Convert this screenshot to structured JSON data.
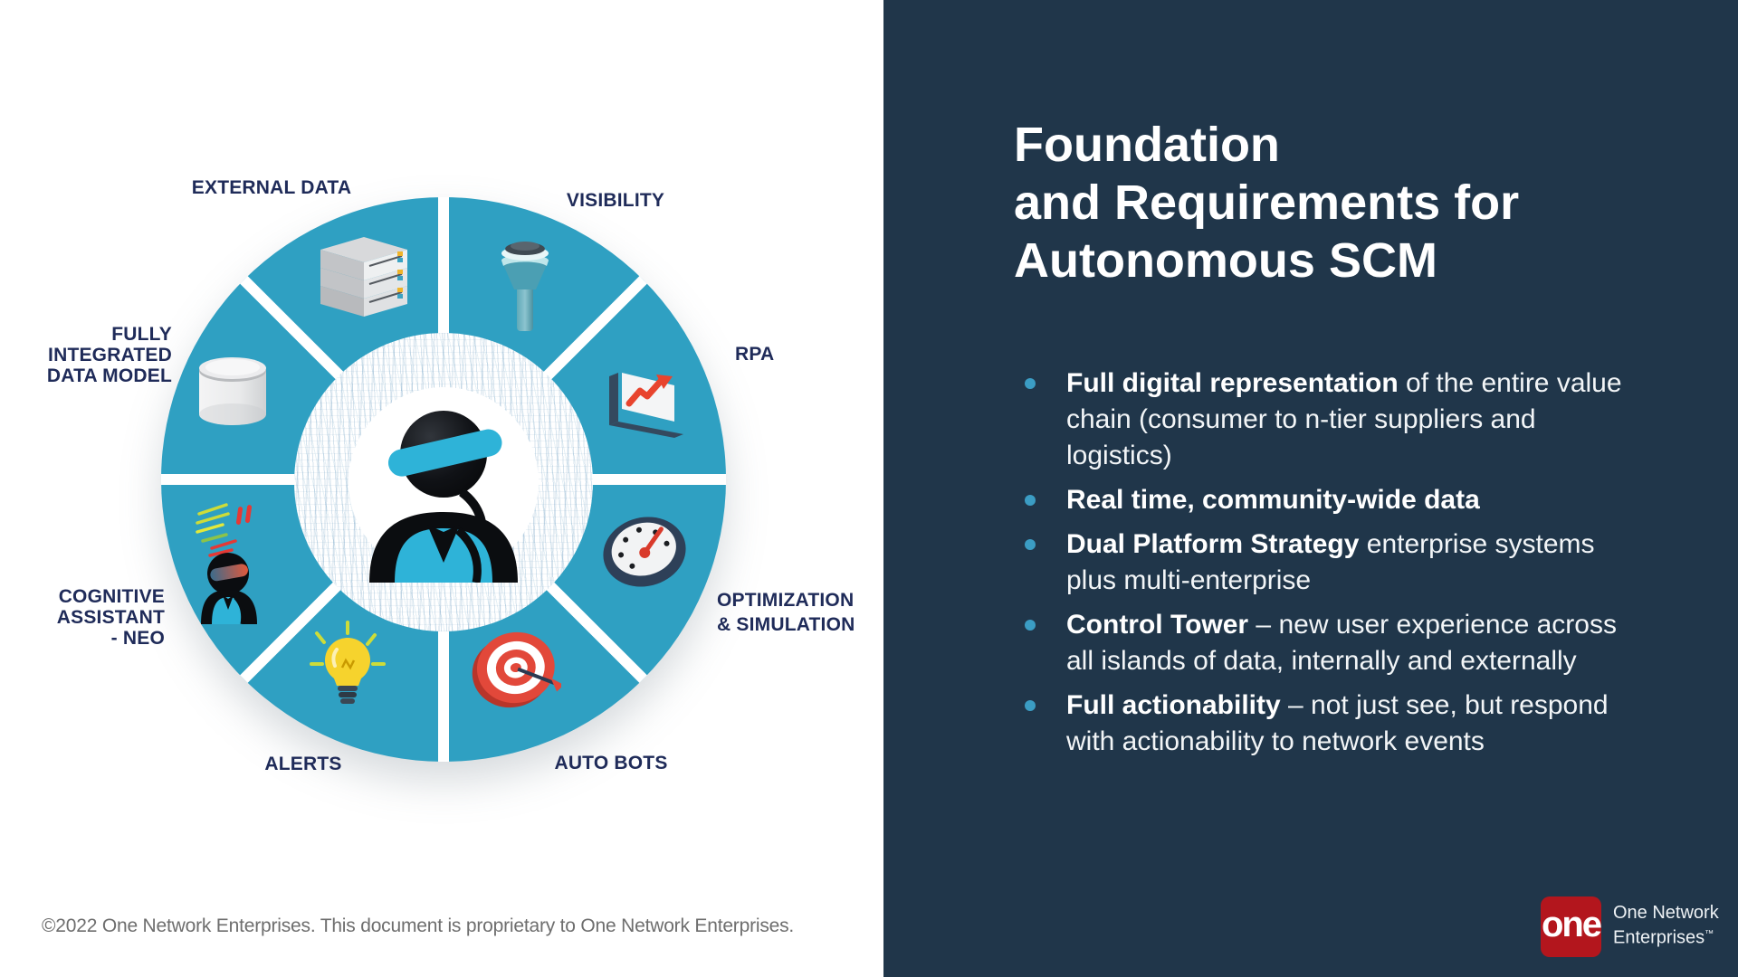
{
  "slide": {
    "title_lines": [
      "Foundation",
      "and Requirements for",
      "Autonomous SCM"
    ],
    "bullets": [
      {
        "bold": "Full digital representation",
        "rest": " of the entire value chain (consumer to n-tier suppliers and logistics)"
      },
      {
        "bold": "Real time, community-wide data",
        "rest": ""
      },
      {
        "bold": "Dual Platform Strategy",
        "rest": " enterprise systems plus multi-enterprise"
      },
      {
        "bold": "Control Tower",
        "rest": " – new user experience across all islands of data, internally and externally"
      },
      {
        "bold": "Full actionability",
        "rest": " – not just see, but respond with actionability to network events"
      }
    ],
    "copyright": "©2022 One Network Enterprises. This document is proprietary to One Network Enterprises."
  },
  "wheel": {
    "center_icon": "neo-avatar-robot",
    "labels": {
      "external_data": {
        "lines": [
          "EXTERNAL DATA"
        ],
        "icon": "server-stack"
      },
      "visibility": {
        "lines": [
          "VISIBILITY"
        ],
        "icon": "control-tower"
      },
      "rpa": {
        "lines": [
          "RPA"
        ],
        "icon": "growth-chart"
      },
      "optimization": {
        "lines": [
          "OPTIMIZATION",
          "& SIMULATION"
        ],
        "icon": "gauge"
      },
      "auto_bots": {
        "lines": [
          "AUTO BOTS"
        ],
        "icon": "target-dart"
      },
      "alerts": {
        "lines": [
          "ALERTS"
        ],
        "icon": "light-bulb"
      },
      "cognitive": {
        "lines": [
          "COGNITIVE",
          "ASSISTANT",
          "- NEO"
        ],
        "icon": "mini-neo-robot"
      },
      "fully_integrated": {
        "lines": [
          "FULLY",
          "INTEGRATED",
          "DATA MODEL"
        ],
        "icon": "data-cylinder"
      }
    }
  },
  "logo": {
    "mark": "one",
    "line1": "One Network",
    "line2": "Enterprises",
    "tm": "™"
  },
  "colors": {
    "wheel_teal": "#2fa0c2",
    "panel_navy": "#20364a",
    "label_navy": "#1f2b59",
    "bullet_marker_teal": "#3b9dc4",
    "logo_red": "#b3161d",
    "visor_teal": "#2eb3d8",
    "accent_red": "#e2483a",
    "bulb_yellow": "#f6d32d"
  }
}
